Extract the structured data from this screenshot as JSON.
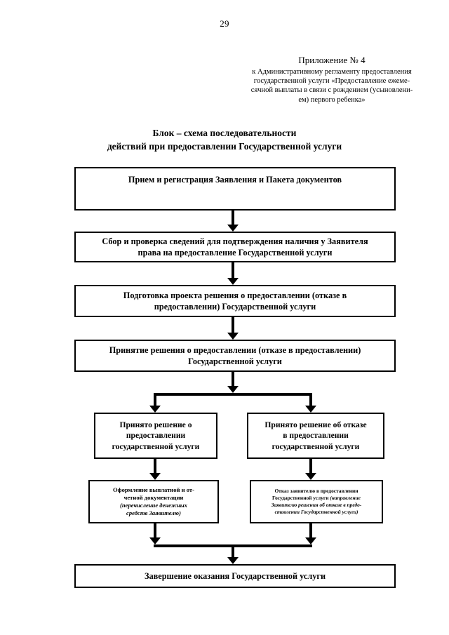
{
  "document": {
    "page_number": "29",
    "appendix": {
      "title": "Приложение № 4",
      "lines": [
        "к Административному регламенту предоставления",
        "государственной услуги «Предоставление ежеме-",
        "сячной выплаты в связи с рождением (усыновлени-",
        "ем) первого ребенка»"
      ]
    },
    "heading": {
      "line1": "Блок – схема последовательности",
      "line2": "действий при предоставлении Государственной услуги"
    }
  },
  "chart_data": {
    "type": "diagram",
    "title": "Блок – схема последовательности действий при предоставлении Государственной услуги",
    "nodes": [
      {
        "id": "n1",
        "text": "Прием и регистрация Заявления и Пакета документов"
      },
      {
        "id": "n2",
        "text_line1": "Сбор и проверка сведений для подтверждения наличия у Заявителя",
        "text_line2": "права  на предоставление Государственной услуги"
      },
      {
        "id": "n3",
        "text_line1": "Подготовка проекта решения о предоставлении (отказе в",
        "text_line2": "предоставлении) Государственной услуги"
      },
      {
        "id": "n4",
        "text_line1": "Принятие решения о предоставлении (отказе в предоставлении)",
        "text_line2": "Государственной услуги"
      },
      {
        "id": "n5a",
        "text_line1": "Принято решение о",
        "text_line2": "предоставлении",
        "text_line3": "государственной услуги"
      },
      {
        "id": "n5b",
        "text_line1": "Принято решение об отказе",
        "text_line2": "в  предоставлении",
        "text_line3": "государственной услуги"
      },
      {
        "id": "n6a",
        "text_line1": "Оформление выплатной и от-",
        "text_line2": "четной документации",
        "italic_line1": "(перечисление денежных",
        "italic_line2": "средств Заявителю)"
      },
      {
        "id": "n6b",
        "text_line1": "Отказ заявителю в предоставлении",
        "text_line2": "Государственной услуги ",
        "italic_line1": "(направление",
        "italic_line2": "Заявителю решения об отказе в предо-",
        "italic_line3": "ставлении Государственной услуги)"
      },
      {
        "id": "n7",
        "text": "Завершение оказания Государственной услуги"
      }
    ],
    "edges": [
      {
        "from": "n1",
        "to": "n2"
      },
      {
        "from": "n2",
        "to": "n3"
      },
      {
        "from": "n3",
        "to": "n4"
      },
      {
        "from": "n4",
        "to": "n5a"
      },
      {
        "from": "n4",
        "to": "n5b"
      },
      {
        "from": "n5a",
        "to": "n6a"
      },
      {
        "from": "n5b",
        "to": "n6b"
      },
      {
        "from": "n6a",
        "to": "n7"
      },
      {
        "from": "n6b",
        "to": "n7"
      }
    ]
  }
}
